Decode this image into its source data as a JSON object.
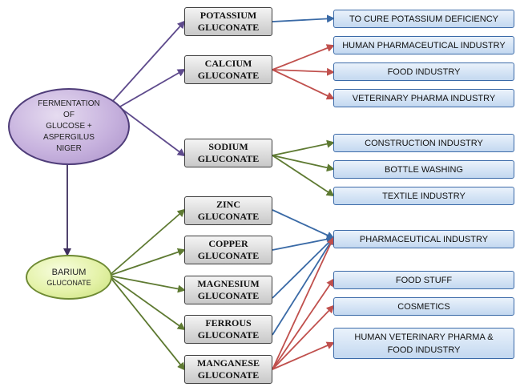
{
  "source": {
    "label": "FERMENTATION\nOF\nGLUCOSE +\nASPERGILUS\nNIGER"
  },
  "barium": {
    "line1": "BARIUM",
    "line2": "GLUCONATE"
  },
  "gluconates": {
    "potassium": "POTASSIUM\nGLUCONATE",
    "calcium": "CALCIUM\nGLUCONATE",
    "sodium": "SODIUM\nGLUCONATE",
    "zinc": "ZINC\nGLUCONATE",
    "copper": "COPPER\nGLUCONATE",
    "magnesium": "MAGNESIUM\nGLUCONATE",
    "ferrous": "FERROUS\nGLUCONATE",
    "manganese": "MANGANESE\nGLUCONATE"
  },
  "uses": {
    "potassium_deficiency": "TO CURE POTASSIUM DEFICIENCY",
    "human_pharma": "HUMAN PHARMACEUTICAL INDUSTRY",
    "food_industry": "FOOD INDUSTRY",
    "veterinary_pharma": "VETERINARY PHARMA INDUSTRY",
    "construction": "CONSTRUCTION INDUSTRY",
    "bottle_washing": "BOTTLE WASHING",
    "textile": "TEXTILE INDUSTRY",
    "pharmaceutical": "PHARMACEUTICAL INDUSTRY",
    "food_stuff": "FOOD STUFF",
    "cosmetics": "COSMETICS",
    "human_vet_food": "HUMAN VETERINARY PHARMA  &\nFOOD INDUSTRY"
  },
  "colors": {
    "purple_arrow": "#5e4a8c",
    "blue_arrow": "#3a6aa6",
    "red_arrow": "#c0504d",
    "green_arrow": "#5e7a32",
    "dark_arrow": "#3e2f5e"
  }
}
